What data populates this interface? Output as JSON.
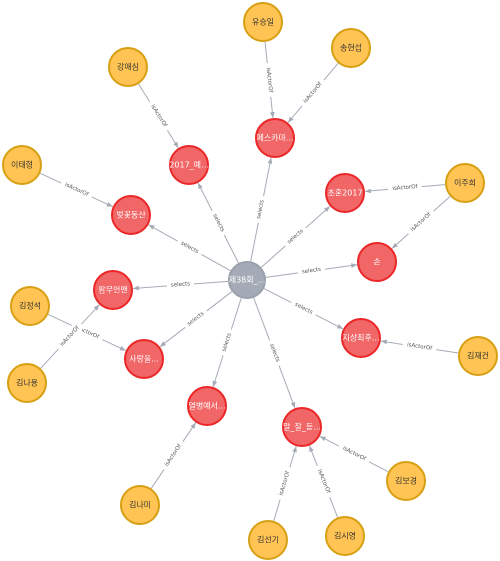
{
  "colors": {
    "center_fill": "#a5abb6",
    "center_stroke": "#9aa1ac",
    "movie_fill": "#f16667",
    "movie_stroke": "#eb2728",
    "actor_fill": "#ffc454",
    "actor_stroke": "#d7a013",
    "edge": "#a5abb6"
  },
  "center": {
    "id": "c",
    "label": "제38회_..."
  },
  "movies": [
    {
      "id": "m1",
      "label": "2017_예..."
    },
    {
      "id": "m2",
      "label": "페스카마..."
    },
    {
      "id": "m3",
      "label": "벚꽃동산"
    },
    {
      "id": "m4",
      "label": "초혼2017"
    },
    {
      "id": "m5",
      "label": "손"
    },
    {
      "id": "m6",
      "label": "팜무언맨"
    },
    {
      "id": "m7",
      "label": "사랑을..."
    },
    {
      "id": "m8",
      "label": "지상최후..."
    },
    {
      "id": "m9",
      "label": "열병예서..."
    },
    {
      "id": "m10",
      "label": "말_잘_듣..."
    }
  ],
  "actors": [
    {
      "id": "a1",
      "label": "유승일"
    },
    {
      "id": "a2",
      "label": "송현섭"
    },
    {
      "id": "a3",
      "label": "강애심"
    },
    {
      "id": "a4",
      "label": "이태형"
    },
    {
      "id": "a5",
      "label": "이주희"
    },
    {
      "id": "a6",
      "label": "김정석"
    },
    {
      "id": "a7",
      "label": "김나용"
    },
    {
      "id": "a8",
      "label": "김재건"
    },
    {
      "id": "a9",
      "label": "김나미"
    },
    {
      "id": "a10",
      "label": "김보경"
    },
    {
      "id": "a11",
      "label": "김선기"
    },
    {
      "id": "a12",
      "label": "김시영"
    }
  ],
  "edges": [
    {
      "from": "c",
      "to": "m1",
      "label": "selects"
    },
    {
      "from": "c",
      "to": "m2",
      "label": "selects"
    },
    {
      "from": "c",
      "to": "m3",
      "label": "selects"
    },
    {
      "from": "c",
      "to": "m4",
      "label": "selects"
    },
    {
      "from": "c",
      "to": "m5",
      "label": "selects"
    },
    {
      "from": "c",
      "to": "m6",
      "label": "selects"
    },
    {
      "from": "c",
      "to": "m7",
      "label": "selects"
    },
    {
      "from": "c",
      "to": "m8",
      "label": "selects"
    },
    {
      "from": "c",
      "to": "m9",
      "label": "selects"
    },
    {
      "from": "c",
      "to": "m10",
      "label": "selects"
    },
    {
      "from": "a1",
      "to": "m2",
      "label": "isActorOf"
    },
    {
      "from": "a2",
      "to": "m2",
      "label": "isActorOf"
    },
    {
      "from": "a3",
      "to": "m1",
      "label": "isActorOf"
    },
    {
      "from": "a4",
      "to": "m3",
      "label": "isActorOf"
    },
    {
      "from": "a5",
      "to": "m4",
      "label": "isActorOf"
    },
    {
      "from": "a5",
      "to": "m5",
      "label": "isActorOf"
    },
    {
      "from": "a6",
      "to": "m7",
      "label": "isActorOf"
    },
    {
      "from": "a7",
      "to": "m6",
      "label": "isActorOf"
    },
    {
      "from": "a8",
      "to": "m8",
      "label": "isActorOf"
    },
    {
      "from": "a9",
      "to": "m9",
      "label": "isActorOf"
    },
    {
      "from": "a10",
      "to": "m10",
      "label": "isActorOf"
    },
    {
      "from": "a11",
      "to": "m10",
      "label": "isActorOf"
    },
    {
      "from": "a12",
      "to": "m10",
      "label": "isActorOf"
    }
  ]
}
